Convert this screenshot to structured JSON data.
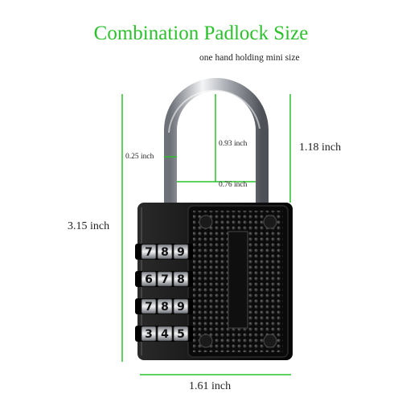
{
  "header": {
    "title": "Combination Padlock Size",
    "subtitle": "one hand holding mini size"
  },
  "dimensions": {
    "shackle_wire": "0.25 inch",
    "shackle_height": "0.93 inch",
    "shackle_inner_width": "0.76 inch",
    "shackle_total_height": "1.18 inch",
    "total_height": "3.15 inch",
    "body_width": "1.61 inch"
  },
  "dials": [
    [
      "7",
      "8",
      "9"
    ],
    [
      "6",
      "7",
      "8"
    ],
    [
      "7",
      "8",
      "9"
    ],
    [
      "3",
      "4",
      "5"
    ]
  ],
  "colors": {
    "accent_green": "#2cc12c",
    "lock_body": "#111111",
    "shackle": "#c9ccd1"
  }
}
